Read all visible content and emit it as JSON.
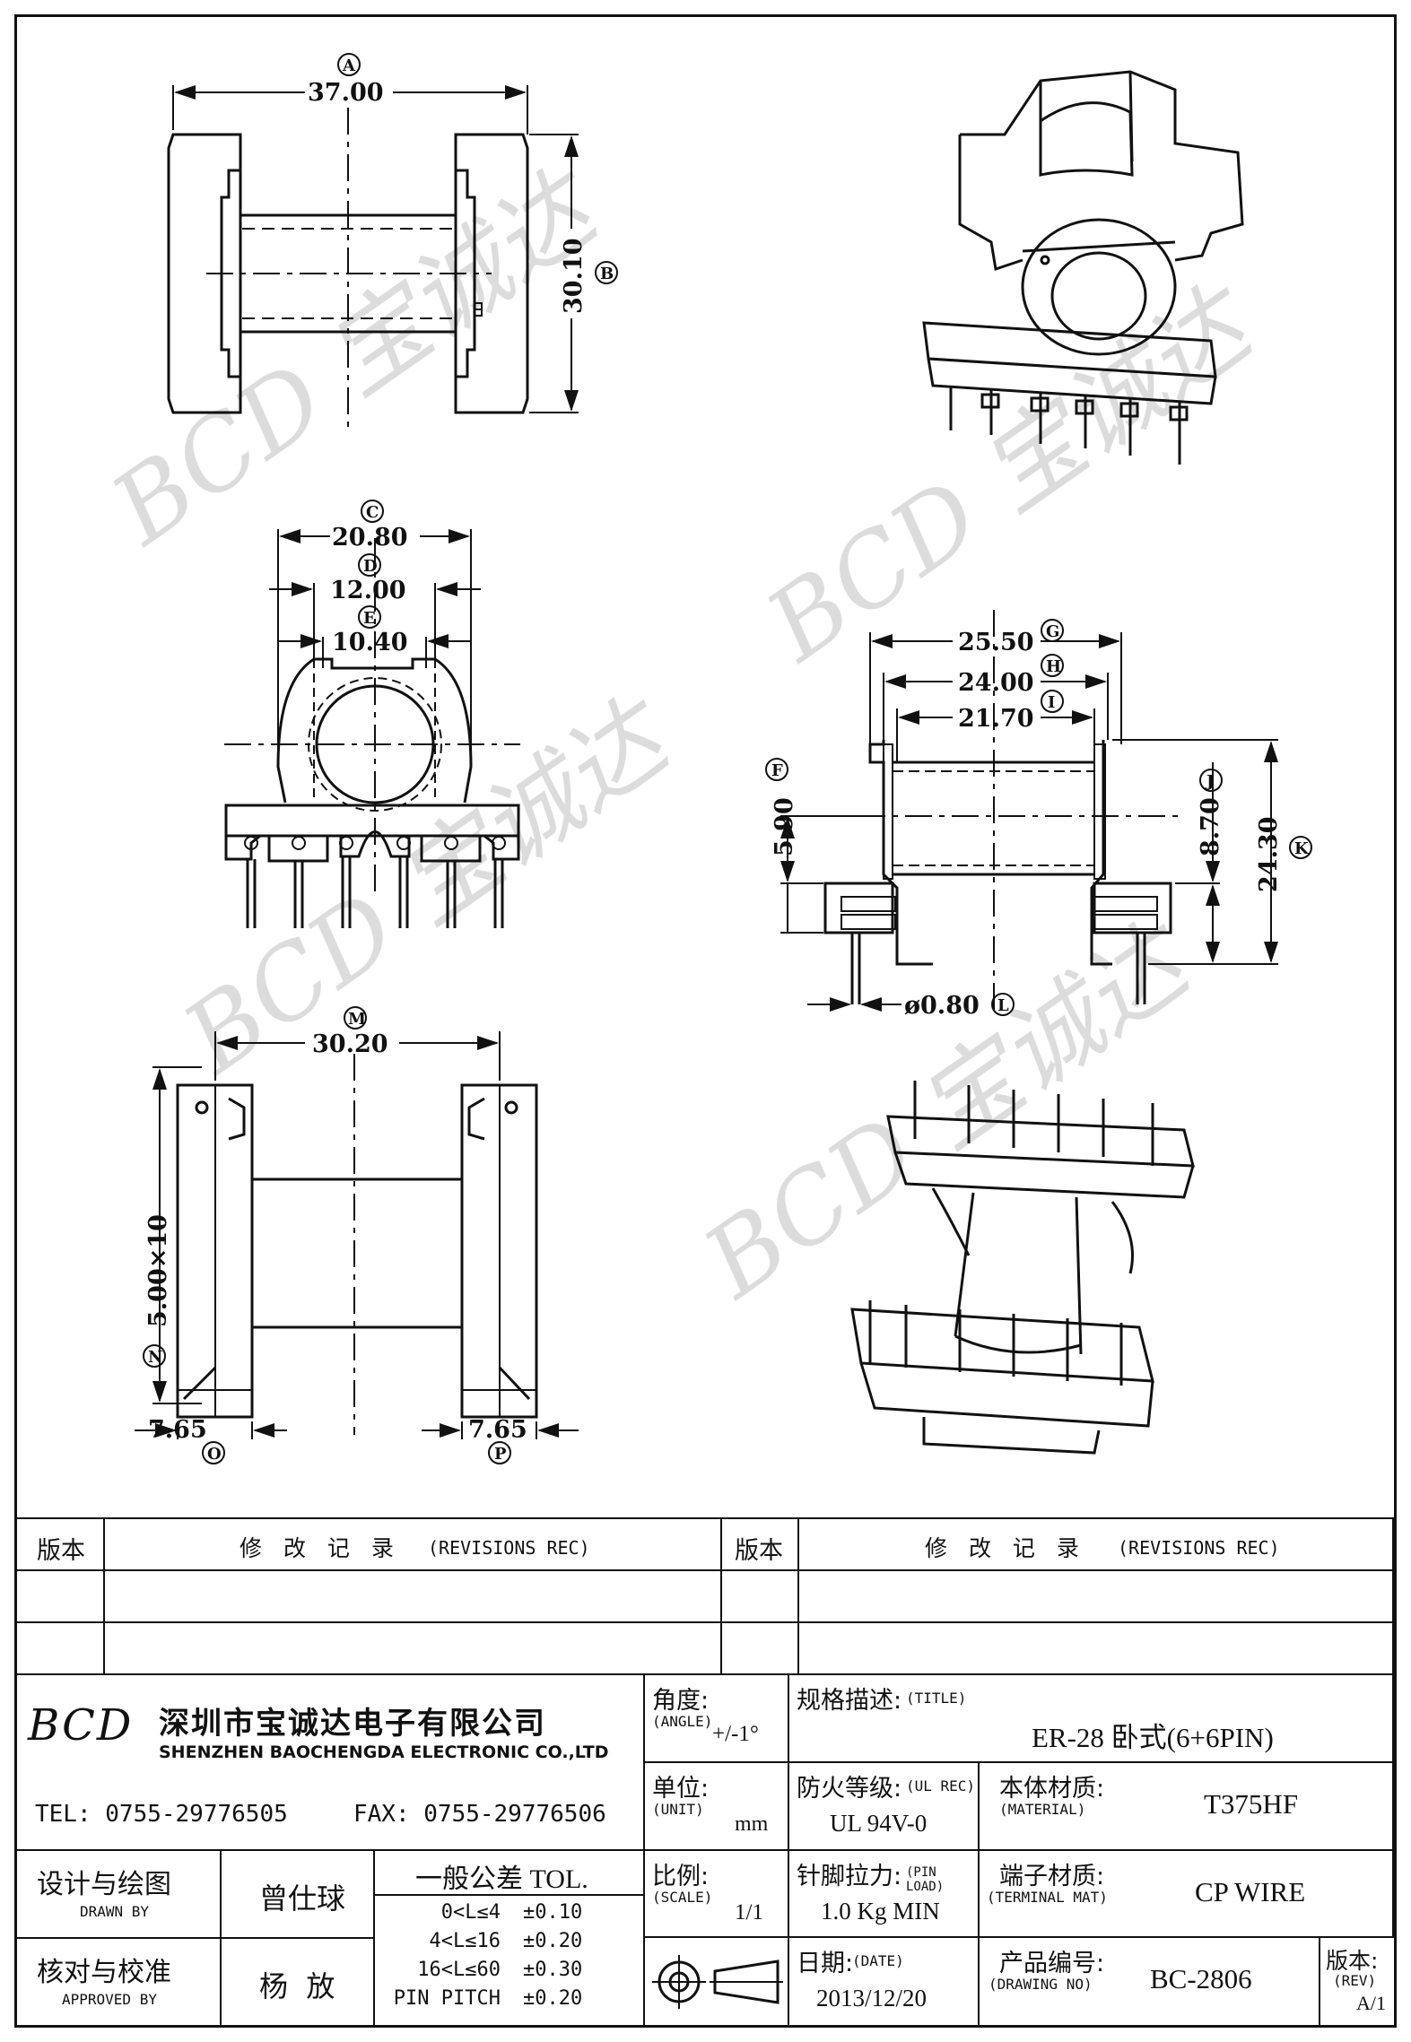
{
  "views": {
    "top": {
      "A": {
        "value": "37.00",
        "marker": "A"
      },
      "B": {
        "value": "30.10",
        "marker": "B"
      }
    },
    "front": {
      "C": {
        "value": "20.80",
        "marker": "C"
      },
      "D": {
        "value": "12.00",
        "marker": "D"
      },
      "E": {
        "value": "10.40",
        "marker": "E"
      }
    },
    "side": {
      "G": {
        "value": "25.50",
        "marker": "G"
      },
      "H": {
        "value": "24.00",
        "marker": "H"
      },
      "I": {
        "value": "21.70",
        "marker": "I"
      },
      "F": {
        "value": "5.90",
        "marker": "F"
      },
      "J": {
        "value": "8.70",
        "marker": "J"
      },
      "K": {
        "value": "24.30",
        "marker": "K"
      },
      "L": {
        "value": "ø0.80",
        "marker": "L"
      }
    },
    "bottom": {
      "M": {
        "value": "30.20",
        "marker": "M"
      },
      "N": {
        "value": "5.00×10",
        "marker": "N"
      },
      "O": {
        "value": "7.65",
        "marker": "O"
      },
      "P": {
        "value": "7.65",
        "marker": "P"
      }
    }
  },
  "watermark": {
    "text": "BCD 宝诚达"
  },
  "revisions": {
    "col_version": "版本",
    "col_record": "修 改 记 录",
    "col_record_en": "(REVISIONS REC)"
  },
  "company": {
    "logo": "BCD",
    "name_cn": "深圳市宝诚达电子有限公司",
    "name_en": "SHENZHEN BAOCHENGDA ELECTRONIC CO.,LTD",
    "tel": "TEL: 0755-29776505",
    "fax": "FAX: 0755-29776506"
  },
  "titleblock": {
    "angle": {
      "label": "角度:",
      "label_en": "(ANGLE)",
      "value": "+/-1°"
    },
    "title": {
      "label": "规格描述:",
      "label_en": "(TITLE)",
      "value": "ER-28 卧式(6+6PIN)"
    },
    "unit": {
      "label": "单位:",
      "label_en": "(UNIT)",
      "value": "mm"
    },
    "ul": {
      "label": "防火等级:",
      "label_en": "(UL REC)",
      "value": "UL 94V-0"
    },
    "material": {
      "label": "本体材质:",
      "label_en": "(MATERIAL)",
      "value": "T375HF"
    },
    "scale": {
      "label": "比例:",
      "label_en": "(SCALE)",
      "value": "1/1"
    },
    "pinload": {
      "label": "针脚拉力:",
      "label_en": "(PIN LOAD)",
      "value": "1.0 Kg MIN"
    },
    "terminal": {
      "label": "端子材质:",
      "label_en": "(TERMINAL MAT)",
      "value": "CP WIRE"
    },
    "date": {
      "label": "日期:",
      "label_en": "(DATE)",
      "value": "2013/12/20"
    },
    "drawing_no": {
      "label": "产品编号:",
      "label_en": "(DRAWING NO)",
      "value": "BC-2806"
    },
    "rev": {
      "label": "版本:",
      "label_en": "(REV)",
      "value": "A/1"
    },
    "drawn": {
      "label": "设计与绘图",
      "label_en": "DRAWN BY",
      "value": "曾仕球"
    },
    "approved": {
      "label": "核对与校准",
      "label_en": "APPROVED BY",
      "value": "杨  放"
    },
    "tolerance": {
      "label": "一般公差 TOL.",
      "rows": [
        {
          "range": "0<L≤4",
          "tol": "±0.10"
        },
        {
          "range": "4<L≤16",
          "tol": "±0.20"
        },
        {
          "range": "16<L≤60",
          "tol": "±0.30"
        },
        {
          "range": "PIN PITCH",
          "tol": "±0.20"
        }
      ]
    }
  }
}
